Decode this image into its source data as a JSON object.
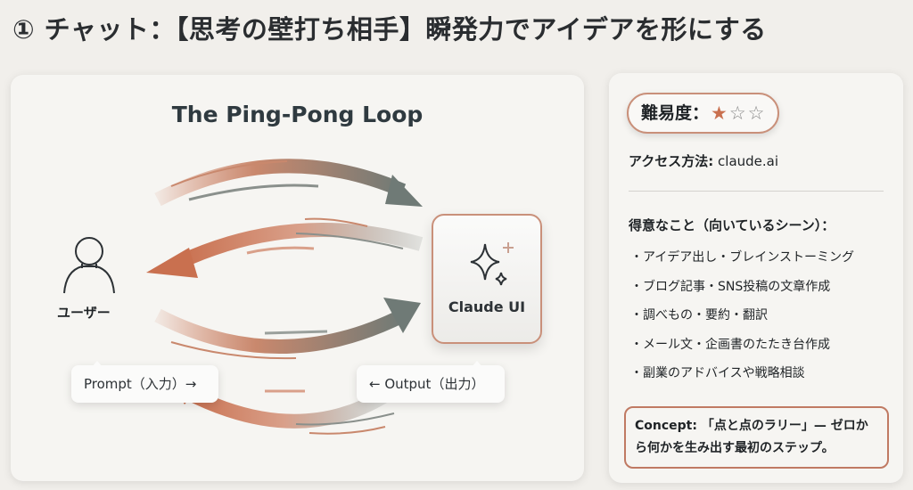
{
  "page_title": "① チャット：【思考の壁打ち相手】瞬発力でアイデアを形にする",
  "diagram": {
    "title": "The Ping-Pong Loop",
    "user_label": "ユーザー",
    "ai_label": "Claude UI",
    "prompt_label": "Prompt（入力）→",
    "output_label": "← Output（出力）",
    "colors": {
      "accent": "#c9704f",
      "gray": "#6f7a76"
    }
  },
  "info": {
    "difficulty_label": "難易度：",
    "difficulty_rating": 1,
    "difficulty_max": 3,
    "star_filled": "★",
    "star_empty": "☆",
    "access_label": "アクセス方法:",
    "access_value": "claude.ai",
    "strengths_heading": "得意なこと（向いているシーン）：",
    "strengths": [
      "・アイデア出し・ブレインストーミング",
      "・ブログ記事・SNS投稿の文章作成",
      "・調べもの・要約・翻訳",
      "・メール文・企画書のたたき台作成",
      "・副業のアドバイスや戦略相談"
    ],
    "concept": "Concept: 「点と点のラリー」— ゼロから何かを生み出す最初のステップ。"
  }
}
